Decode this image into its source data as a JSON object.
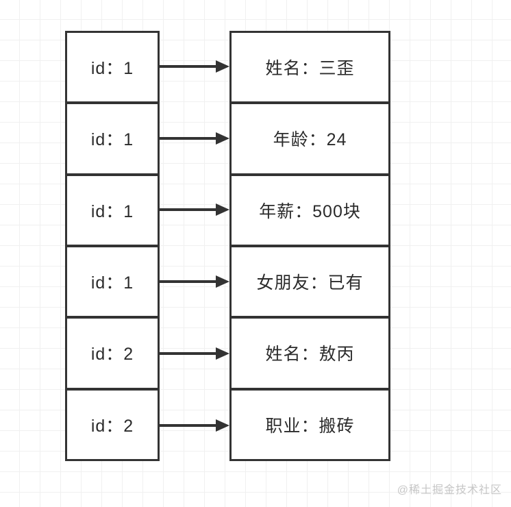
{
  "diagram": {
    "rows": [
      {
        "left": "id：1",
        "right": "姓名：三歪"
      },
      {
        "left": "id：1",
        "right": "年龄：24"
      },
      {
        "left": "id：1",
        "right": "年薪：500块"
      },
      {
        "left": "id：1",
        "right": "女朋友：已有"
      },
      {
        "left": "id：2",
        "right": "姓名：敖丙"
      },
      {
        "left": "id：2",
        "right": "职业：搬砖"
      }
    ]
  },
  "watermark": "@稀土掘金技术社区",
  "colors": {
    "border": "#333333",
    "text": "#2b2b2b",
    "grid": "#f0f0f0",
    "watermark": "#c6c6c6",
    "background": "#ffffff"
  }
}
